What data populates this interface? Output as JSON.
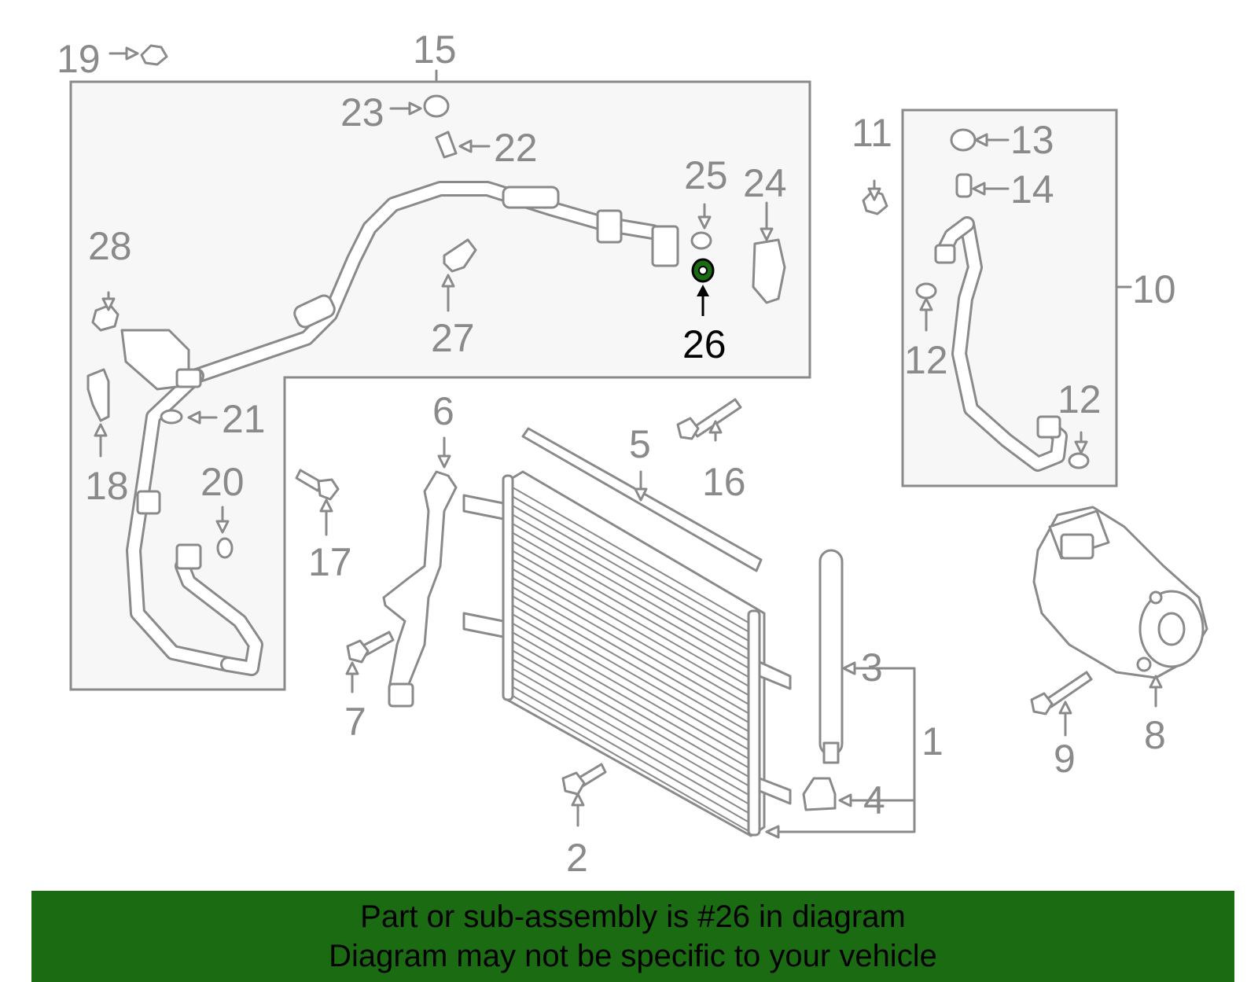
{
  "diagram": {
    "highlight_color": "#1b6b13",
    "line_color": "#8a8a8a",
    "callouts": {
      "c1": "1",
      "c2": "2",
      "c3": "3",
      "c4": "4",
      "c5": "5",
      "c6": "6",
      "c7": "7",
      "c8": "8",
      "c9": "9",
      "c10": "10",
      "c11": "11",
      "c12a": "12",
      "c12b": "12",
      "c13": "13",
      "c14": "14",
      "c15": "15",
      "c16": "16",
      "c17": "17",
      "c18": "18",
      "c19": "19",
      "c20": "20",
      "c21": "21",
      "c22": "22",
      "c23": "23",
      "c24": "24",
      "c25": "25",
      "c26": "26",
      "c27": "27",
      "c28": "28"
    }
  },
  "banner": {
    "line1": "Part or sub-assembly is #26 in diagram",
    "line2": "Diagram may not be specific to your vehicle",
    "background": "#1b6b13"
  }
}
